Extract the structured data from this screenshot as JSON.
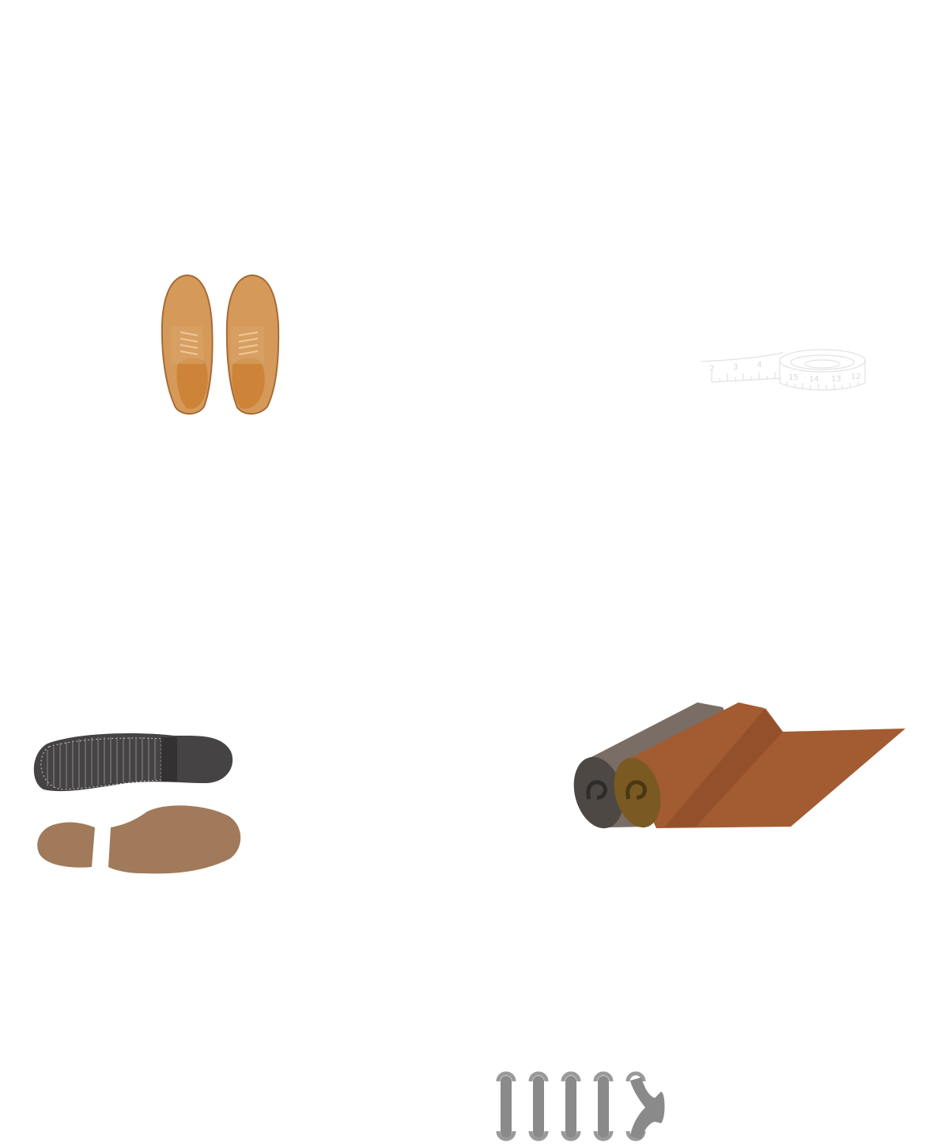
{
  "illustration": {
    "items": [
      "shoes-pair",
      "tape-measure",
      "outsole-black",
      "sole-brown",
      "leather-rolls",
      "laces"
    ],
    "tape_measure": {
      "numbers_left": [
        "2",
        "3",
        "4"
      ],
      "numbers_coil": [
        "15",
        "14",
        "13",
        "12"
      ]
    },
    "colors": {
      "shoe_suede": "#d59a5a",
      "shoe_insole": "#cd8438",
      "outsole": "#454344",
      "sole_brown": "#a07a5a",
      "roll_grey": "#7a6d66",
      "roll_brown": "#a35b32",
      "laces": "#8a8a8a",
      "tape": "#e2e2e2"
    }
  }
}
